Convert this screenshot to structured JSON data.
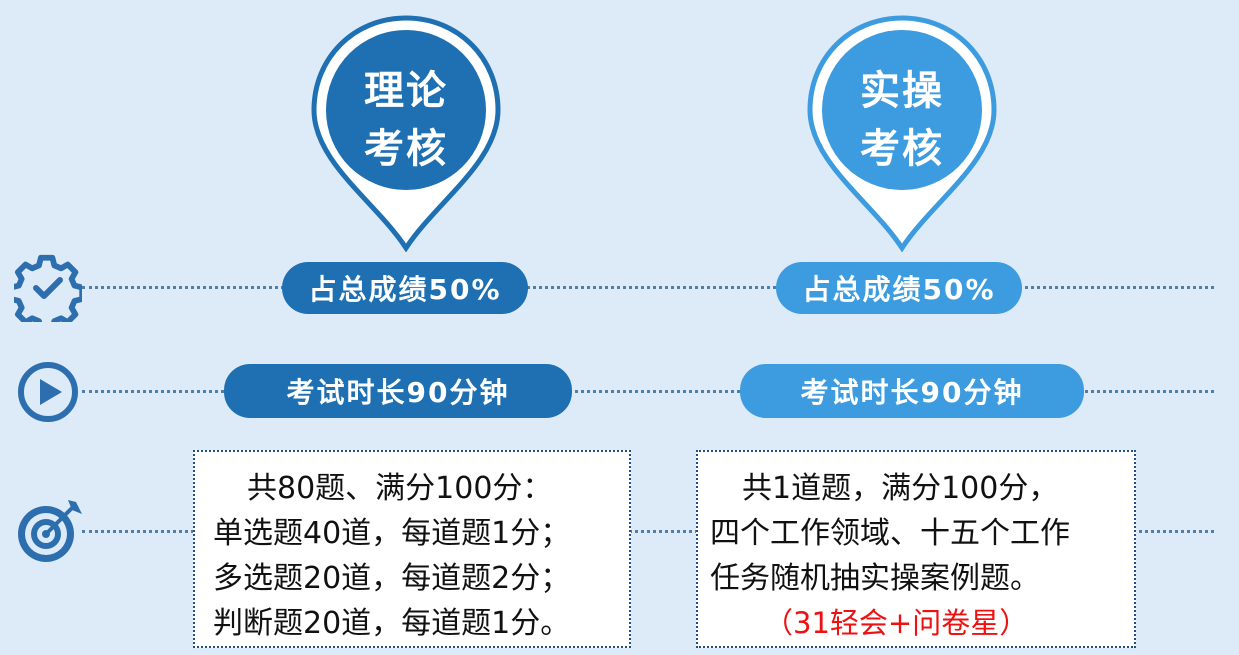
{
  "colors": {
    "background": "#ddeaf8",
    "dark_blue": "#1e70b2",
    "light_blue": "#3d9be0",
    "icon_blue": "#2d6fae",
    "dotted_line": "#4f7ea8",
    "highlight_red": "#ee1111"
  },
  "icons": {
    "row1": "gear-check-icon",
    "row2": "play-circle-icon",
    "row3": "target-arrow-icon"
  },
  "theory": {
    "pin_line1": "理论",
    "pin_line2": "考核",
    "weight": "占总成绩50%",
    "duration": "考试时长90分钟",
    "details": [
      "共80题、满分100分：",
      "单选题40道，每道题1分；",
      "多选题20道，每道题2分；",
      "判断题20道，每道题1分。"
    ]
  },
  "practice": {
    "pin_line1": "实操",
    "pin_line2": "考核",
    "weight": "占总成绩50%",
    "duration": "考试时长90分钟",
    "details": [
      "共1道题，满分100分，",
      "四个工作领域、十五个工作",
      "任务随机抽实操案例题。"
    ],
    "note": "（31轻会+问卷星）"
  }
}
